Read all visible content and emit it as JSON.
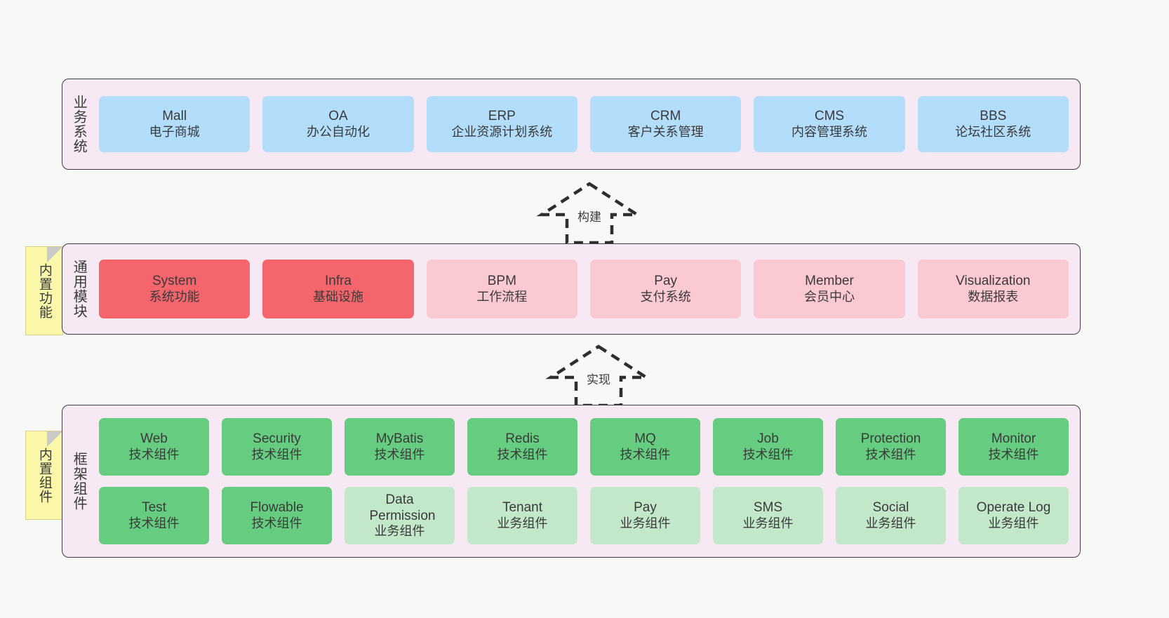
{
  "palette": {
    "canvas_bg": "#F8F8F8",
    "layer_bg": "#F7E9F4",
    "layer_border": "#3F3B43",
    "business_box": "#B3DEFB",
    "module_core": "#F4666C",
    "module_plain": "#FBC9D1",
    "framework_tech": "#66CC80",
    "framework_biz": "#C3E8C9",
    "note_bg": "#FBF7A8",
    "note_fold": "#C9C9C9",
    "text": "#3A3A3A"
  },
  "notes": [
    {
      "id": "builtin-func",
      "label": "内置功能"
    },
    {
      "id": "builtin-comp",
      "label": "内置组件"
    }
  ],
  "arrows": [
    {
      "id": "build",
      "label": "构建",
      "style": "dashed-generalization",
      "direction": "up"
    },
    {
      "id": "impl",
      "label": "实现",
      "style": "dashed-generalization",
      "direction": "up"
    }
  ],
  "layers": [
    {
      "id": "business",
      "title": "业务系统",
      "rows": [
        {
          "cells": [
            {
              "en": "Mall",
              "cn": "电子商城",
              "color": "#B3DEFB"
            },
            {
              "en": "OA",
              "cn": "办公自动化",
              "color": "#B3DEFB"
            },
            {
              "en": "ERP",
              "cn": "企业资源计划系统",
              "color": "#B3DEFB"
            },
            {
              "en": "CRM",
              "cn": "客户关系管理",
              "color": "#B3DEFB"
            },
            {
              "en": "CMS",
              "cn": "内容管理系统",
              "color": "#B3DEFB"
            },
            {
              "en": "BBS",
              "cn": "论坛社区系统",
              "color": "#B3DEFB"
            }
          ]
        }
      ]
    },
    {
      "id": "modules",
      "title": "通用模块",
      "rows": [
        {
          "cells": [
            {
              "en": "System",
              "cn": "系统功能",
              "color": "#F4666C"
            },
            {
              "en": "Infra",
              "cn": "基础设施",
              "color": "#F4666C"
            },
            {
              "en": "BPM",
              "cn": "工作流程",
              "color": "#FBC9D1"
            },
            {
              "en": "Pay",
              "cn": "支付系统",
              "color": "#FBC9D1"
            },
            {
              "en": "Member",
              "cn": "会员中心",
              "color": "#FBC9D1"
            },
            {
              "en": "Visualization",
              "cn": "数据报表",
              "color": "#FBC9D1"
            }
          ]
        }
      ]
    },
    {
      "id": "framework",
      "title": "框架组件",
      "rows": [
        {
          "cells": [
            {
              "en": "Web",
              "cn": "技术组件",
              "color": "#66CC80"
            },
            {
              "en": "Security",
              "cn": "技术组件",
              "color": "#66CC80"
            },
            {
              "en": "MyBatis",
              "cn": "技术组件",
              "color": "#66CC80"
            },
            {
              "en": "Redis",
              "cn": "技术组件",
              "color": "#66CC80"
            },
            {
              "en": "MQ",
              "cn": "技术组件",
              "color": "#66CC80"
            },
            {
              "en": "Job",
              "cn": "技术组件",
              "color": "#66CC80"
            },
            {
              "en": "Protection",
              "cn": "技术组件",
              "color": "#66CC80"
            },
            {
              "en": "Monitor",
              "cn": "技术组件",
              "color": "#66CC80"
            }
          ]
        },
        {
          "cells": [
            {
              "en": "Test",
              "cn": "技术组件",
              "color": "#66CC80"
            },
            {
              "en": "Flowable",
              "cn": "技术组件",
              "color": "#66CC80"
            },
            {
              "en": "Data Permission",
              "cn": "业务组件",
              "color": "#C3E8C9"
            },
            {
              "en": "Tenant",
              "cn": "业务组件",
              "color": "#C3E8C9"
            },
            {
              "en": "Pay",
              "cn": "业务组件",
              "color": "#C3E8C9"
            },
            {
              "en": "SMS",
              "cn": "业务组件",
              "color": "#C3E8C9"
            },
            {
              "en": "Social",
              "cn": "业务组件",
              "color": "#C3E8C9"
            },
            {
              "en": "Operate Log",
              "cn": "业务组件",
              "color": "#C3E8C9"
            }
          ]
        }
      ]
    }
  ]
}
